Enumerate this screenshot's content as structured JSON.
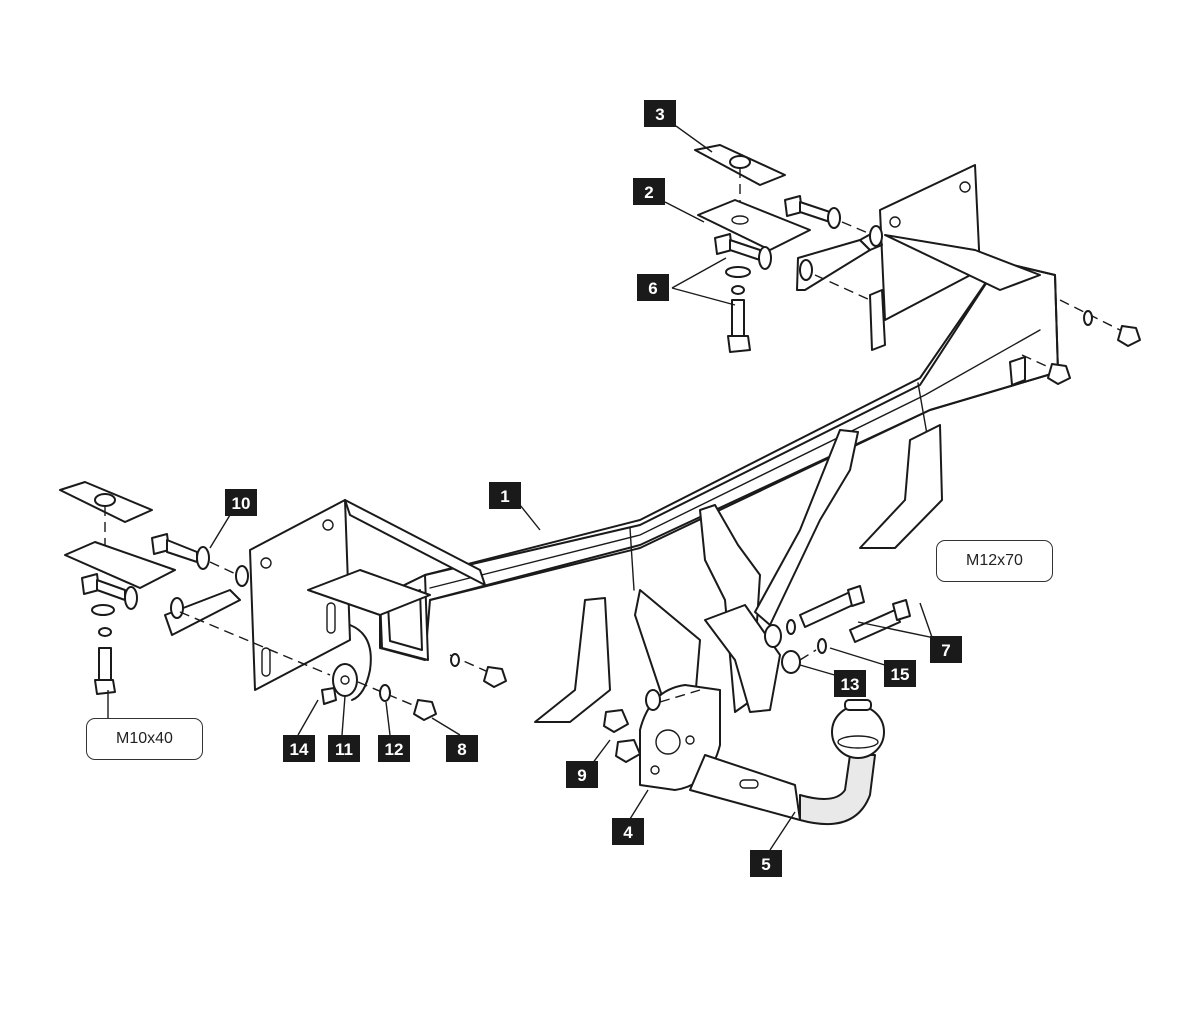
{
  "part_labels": [
    "1",
    "2",
    "3",
    "4",
    "5",
    "6",
    "7",
    "8",
    "9",
    "10",
    "11",
    "12",
    "13",
    "14",
    "15"
  ],
  "spec_labels": {
    "bolt_m10": "M10x40",
    "bolt_m12": "M12x70"
  }
}
